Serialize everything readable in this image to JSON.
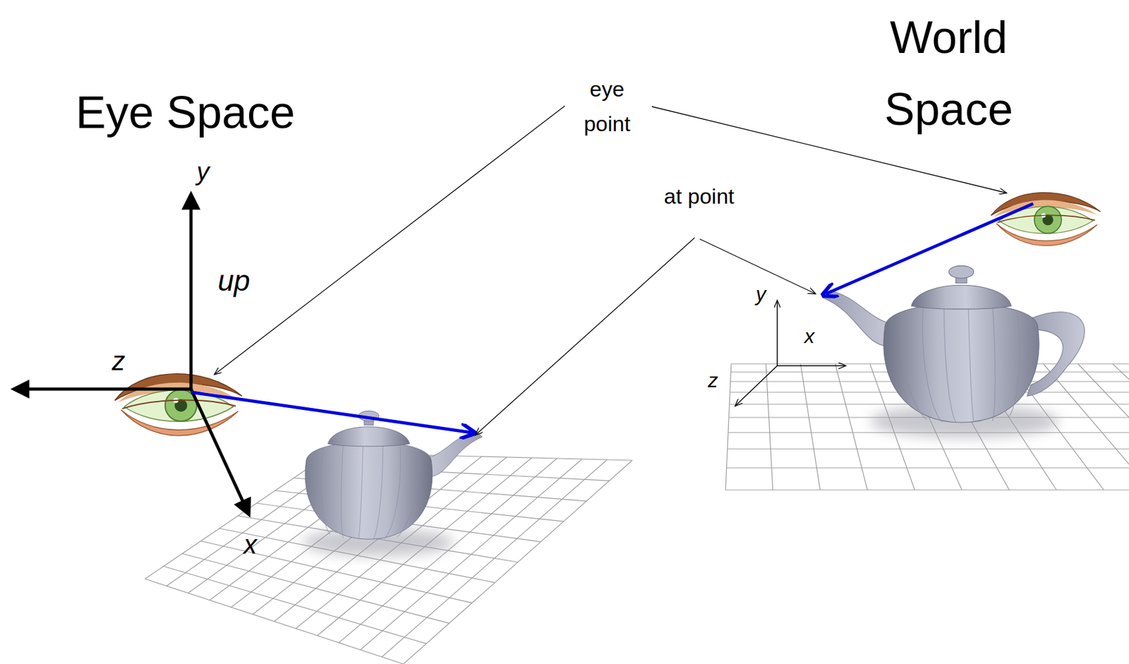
{
  "diagram": {
    "labels": [
      "Eye Space",
      "World Space",
      "eye point",
      "at point",
      "y",
      "up",
      "z",
      "x",
      "y",
      "x",
      "z"
    ]
  }
}
